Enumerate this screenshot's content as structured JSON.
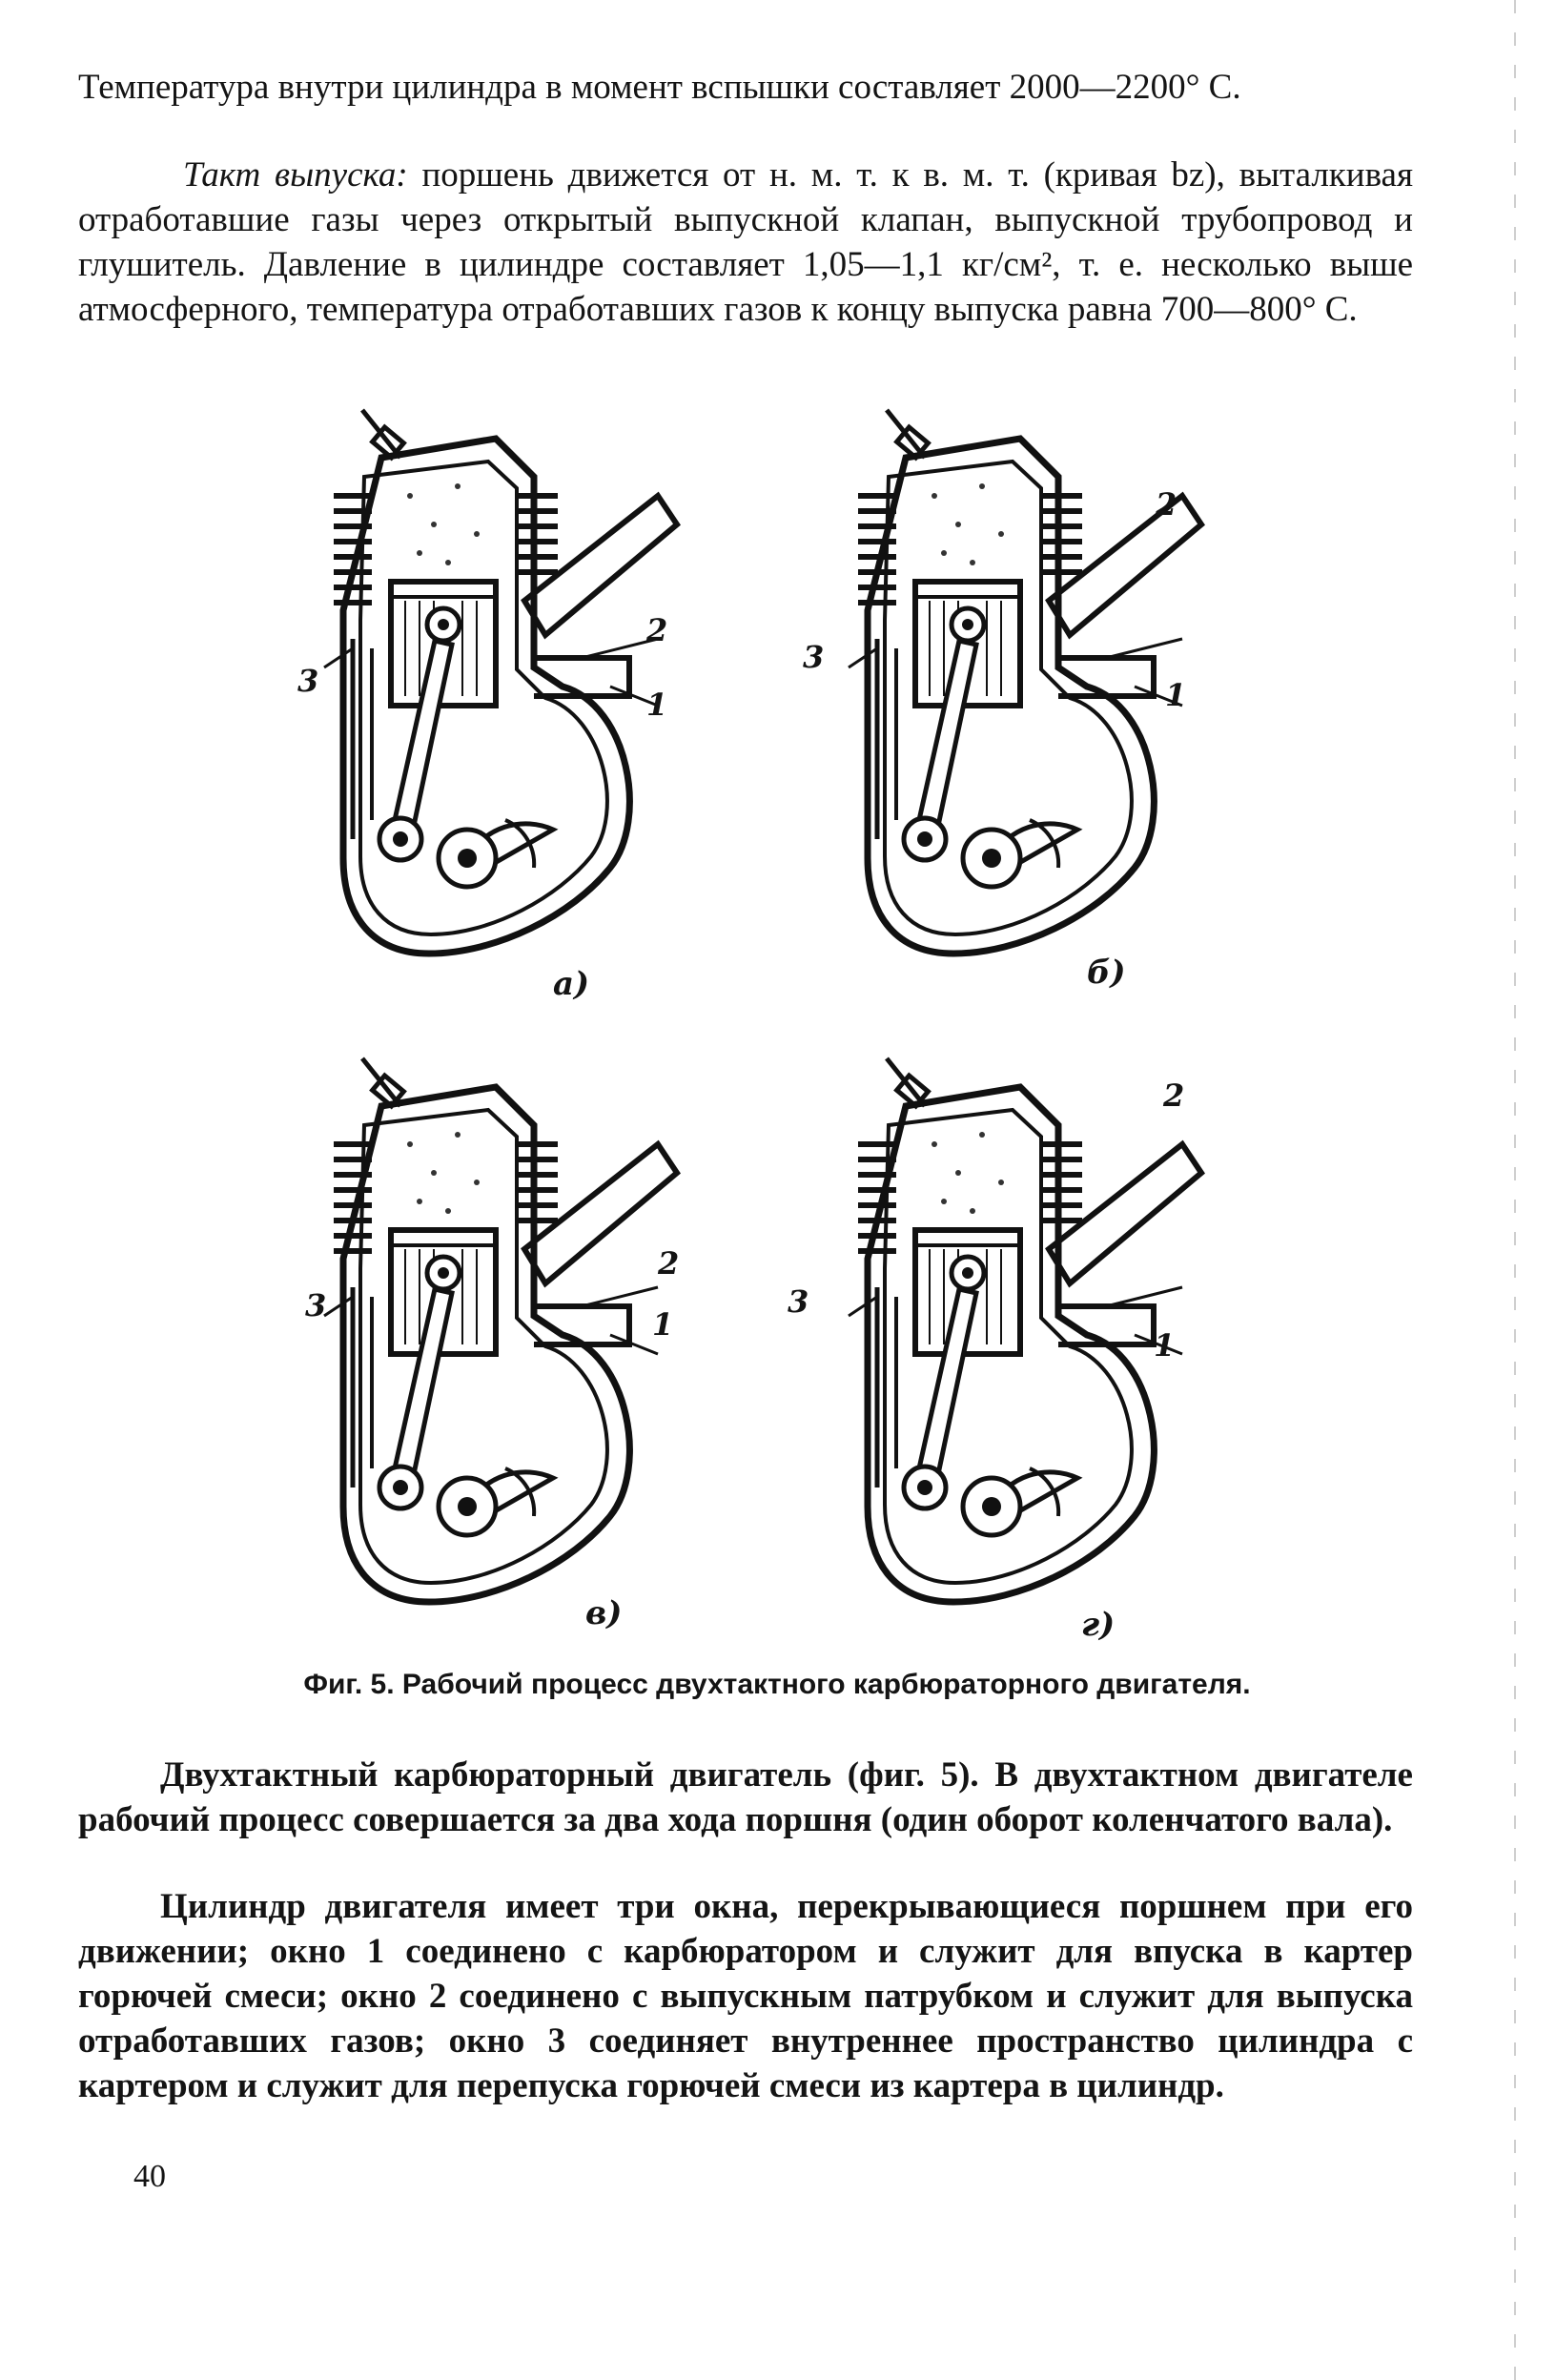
{
  "paragraphs": {
    "p1": "Температура внутри цилиндра в момент вспышки составляет 2000—2200° С.",
    "p2_lead": "Такт выпуска:",
    "p2_rest": " поршень движется от н. м. т. к в. м. т. (кривая bz), выталкивая отработавшие газы через открытый выпускной клапан, выпускной трубопровод и глушитель. Давление в цилиндре составляет 1,05—1,1 кг/см², т. е. несколько выше атмосферного, температура отработавших газов к концу выпуска равна 700—800° С.",
    "p3_heading": "Двухтактный карбюраторный двигатель",
    "p3_rest": " (фиг. 5). В двухтактном двигателе рабочий процесс совершается за два хода поршня (один оборот коленчатого вала).",
    "p4": "Цилиндр двигателя имеет три окна, перекрывающиеся поршнем при его движении; окно 1 соединено с карбюратором и служит для впуска в картер горючей смеси; окно 2 соединено с выпускным патрубком и служит для выпуска отработавших газов; окно 3 соединяет внутреннее пространство цилиндра с картером и служит для перепуска горючей смеси из картера в цилиндр."
  },
  "figure": {
    "caption": "Фиг. 5. Рабочий процесс двухтактного карбюраторного двигателя.",
    "panels": [
      {
        "label": "а)",
        "n1": "1",
        "n2": "2",
        "n3": "3"
      },
      {
        "label": "б)",
        "n1": "1",
        "n2": "2",
        "n3": "3"
      },
      {
        "label": "в)",
        "n1": "1",
        "n2": "2",
        "n3": "3"
      },
      {
        "label": "г)",
        "n1": "1",
        "n2": "2",
        "n3": "3"
      }
    ]
  },
  "page_number": "40"
}
